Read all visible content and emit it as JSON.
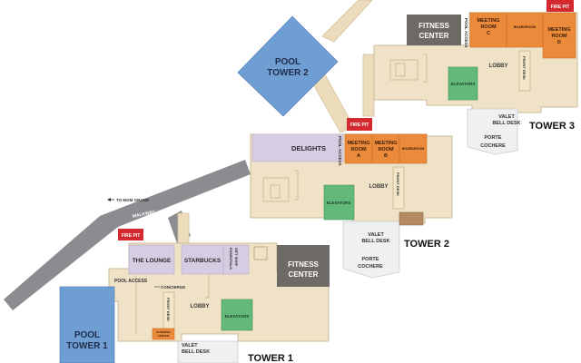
{
  "map": {
    "towers": [
      {
        "id": "tower-1",
        "label": "TOWER 1"
      },
      {
        "id": "tower-2",
        "label": "TOWER 2"
      },
      {
        "id": "tower-3",
        "label": "TOWER 3"
      }
    ],
    "pools": [
      {
        "id": "pool-tower-1",
        "line1": "POOL",
        "line2": "TOWER 1"
      },
      {
        "id": "pool-tower-2",
        "line1": "POOL",
        "line2": "TOWER 2"
      }
    ],
    "tower1": {
      "the_lounge": "THE LOUNGE",
      "starbucks": "STARBUCKS",
      "essentials_gift_shop_1": "ESSENTIALS",
      "essentials_gift_shop_2": "GIFT SHOP",
      "fitness_line1": "FITNESS",
      "fitness_line2": "CENTER",
      "pool_access": "POOL ACCESS",
      "concierge": "CONCIERGE",
      "front_desk": "FRONT DESK",
      "lobby": "LOBBY",
      "elevators": "ELEVATORS",
      "business_center_1": "BUSINESS",
      "business_center_2": "CENTER",
      "valet_line1": "VALET",
      "valet_line2": "BELL DESK",
      "fire_pit": "FIRE PIT"
    },
    "tower2": {
      "delights": "DELIGHTS",
      "meeting_a": [
        "MEETING",
        "ROOM",
        "A"
      ],
      "meeting_b": [
        "MEETING",
        "ROOM",
        "B"
      ],
      "boardroom": "BOARDROOM",
      "pool_access": "POOL ACCESS",
      "fire_pit": "FIRE PIT",
      "lobby": "LOBBY",
      "elevators": "ELEVATORS",
      "front_desk": "FRONT DESK",
      "valet_line1": "VALET",
      "valet_line2": "BELL DESK",
      "porte_line1": "PORTE",
      "porte_line2": "COCHERE"
    },
    "tower3": {
      "fitness_line1": "FITNESS",
      "fitness_line2": "CENTER",
      "pool_access": "POOL ACCESS",
      "meeting_c": [
        "MEETING",
        "ROOM",
        "C"
      ],
      "boardroom": "BOARDROOM",
      "meeting_d": [
        "MEETING",
        "ROOM",
        "D"
      ],
      "fire_pit": "FIRE PIT",
      "lobby": "LOBBY",
      "elevators": "ELEVATORS",
      "front_desk": "FRONT DESK",
      "valet_line1": "VALET",
      "valet_line2": "BELL DESK",
      "porte_line1": "PORTE",
      "porte_line2": "COCHERE"
    },
    "walkway": "WALKWAY",
    "to_mgm": "TO MGM GRAND",
    "colors": {
      "meeting": "#ec8a3c",
      "elevators": "#63b97a",
      "pool": "#6f9ed3",
      "fire_pit": "#d42a2f",
      "fitness": "#6d6a66",
      "retail": "#d6cde3",
      "lobby": "#efe2c6",
      "walkway": "#8a8c8f"
    }
  }
}
